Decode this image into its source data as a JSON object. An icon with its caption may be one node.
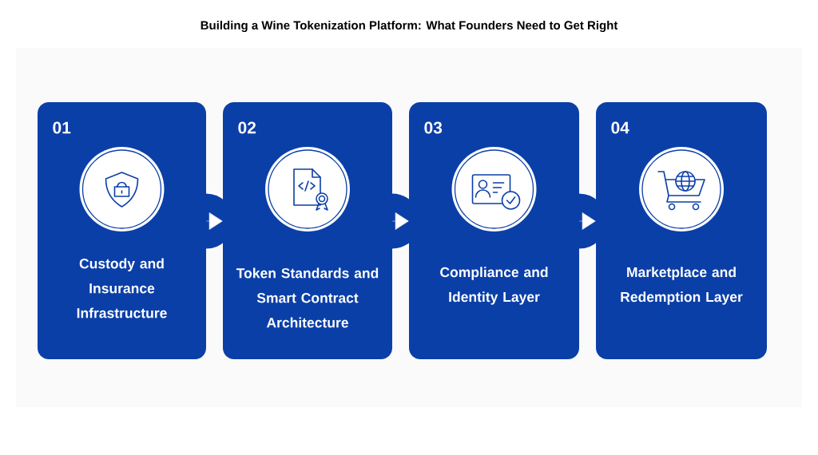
{
  "diagram": {
    "title": "Building a Wine Tokenization Platform: What Founders Need to Get Right",
    "nodes": [
      {
        "text": [
          "01",
          "Custody and Insurance Infrastructure"
        ]
      },
      {
        "text": [
          "02",
          "Token Standards and Smart Contract Architecture"
        ]
      },
      {
        "text": [
          "03",
          "Compliance and Identity Layer"
        ]
      },
      {
        "text": [
          "04",
          "Marketplace and Redemption Layer"
        ]
      }
    ],
    "edges": [
      {
        "from": 0,
        "to": 1,
        "arrow": "to"
      },
      {
        "from": 1,
        "to": 2,
        "arrow": "to"
      },
      {
        "from": 2,
        "to": 3,
        "arrow": "to"
      }
    ]
  }
}
